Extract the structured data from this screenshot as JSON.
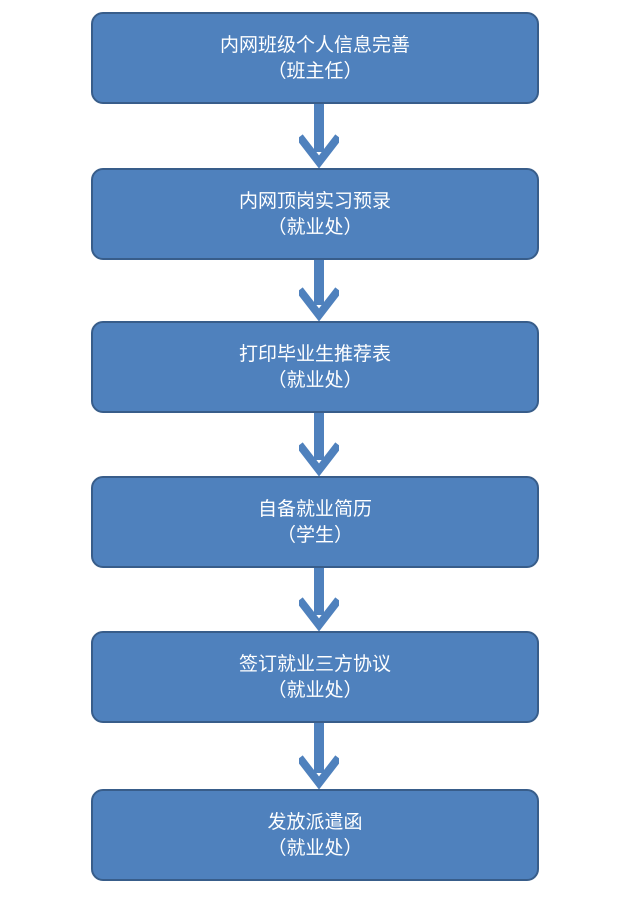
{
  "flowchart": {
    "steps": [
      {
        "title": "内网班级个人信息完善",
        "owner": "（班主任）"
      },
      {
        "title": "内网顶岗实习预录",
        "owner": "（就业处）"
      },
      {
        "title": "打印毕业生推荐表",
        "owner": "（就业处）"
      },
      {
        "title": "自备就业简历",
        "owner": "（学生）"
      },
      {
        "title": "签订就业三方协议",
        "owner": "（就业处）"
      },
      {
        "title": "发放派遣函",
        "owner": "（就业处）"
      }
    ]
  },
  "colors": {
    "box_fill": "#4f81bd",
    "box_border": "#385d8a",
    "arrow": "#4f81bd",
    "text": "#ffffff"
  }
}
